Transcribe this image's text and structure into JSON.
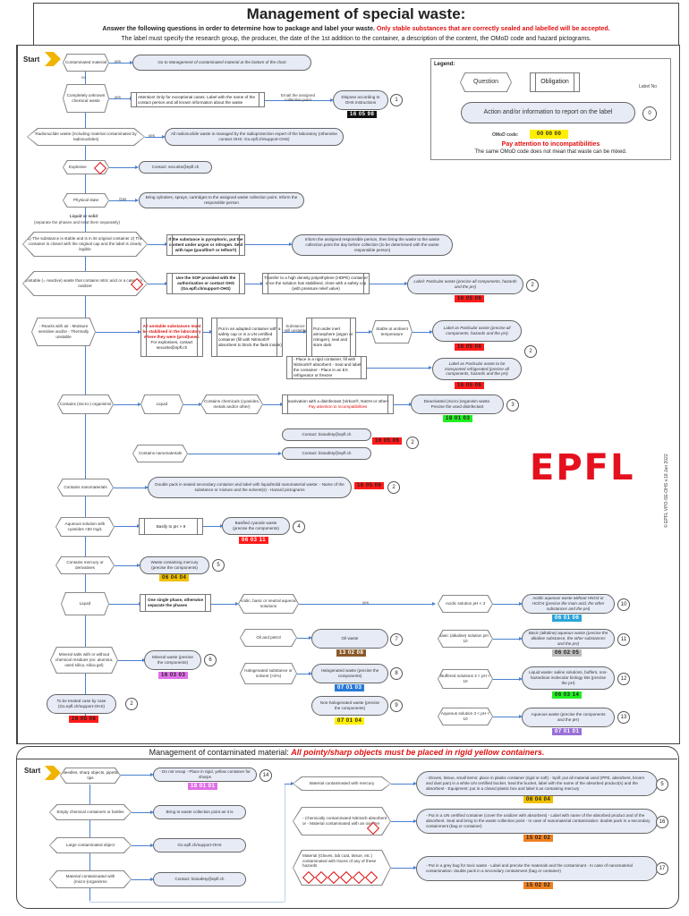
{
  "header": {
    "title": "Management of special waste:",
    "instruction": "Answer the following questions in order to determine how to package and label your waste.",
    "instruction_warning": "Only stable substances that are correctly sealed and labelled will be accepted.",
    "label_requirements": "The label must specify the research group, the producer, the date of the 1st addition to the container, a description of the content, the OMoD code and hazard pictograms."
  },
  "legend": {
    "title": "Legend:",
    "question": "Question",
    "obligation": "Obligation",
    "label_no": "Label No",
    "action": "Action and/or information to report on the label",
    "action_num": "0",
    "omod_label": "OMoD code:",
    "omod_example": "00 00 00",
    "incompat": "Pay attention to incompatibilities",
    "note": "The same OMoD code does not mean that waste can be mixed."
  },
  "start_label": "Start",
  "yes": "yes",
  "no": "no",
  "gas": "Gas",
  "special": {
    "q1": "Contaminated material",
    "a1": "Go to Management of contaminated material at the bottom of the chart",
    "q2": "Completely unknown chemical waste",
    "o2": "Attention! Only for exceptional cases. Label with the name of the contact person and all known information about the waste",
    "t2": "Email the assigned collection point",
    "a2": "Dispose according to OHS instructions",
    "n2": "1",
    "c2": "16 05 98",
    "q3": "Radionuclide waste (including material contaminated by radionuclides)",
    "a3": "All radionuclide waste is managed by the radioprotection expert of the laboratory (otherwise contact OHS: Go.epfl.ch/support-OHS)",
    "q4": "Explosive",
    "a4": "Contact: securite@epfl.ch",
    "q5": "Physical state",
    "a5": "Bring cylinders, sprays, cartridges to the assigned waste collection point. Inform the responsible person",
    "liquid_solid": "Liquid or solid",
    "separate": "(separate the phases and treat them separately)",
    "q6": "1) The substance is stable and is in its original container 2) The container is closed with the original cap and the label is clearly legible",
    "o6": "If the substance is pyrophoric, put the content under argon or nitrogen. Seal with tape (parafilm® or teflon®)",
    "a6": "Inform the assigned responsible person, then bring the waste to the waste collection point the day before collection (to be determined with the waste responsible person)",
    "q7": "Unstable (= reactive) waste that contains nitric acid or a category 1 oxidizer",
    "o7a": "Use the SOP provided with the authorisation or contact OHS (Go.epfl.ch/support-OHS)",
    "o7b": "Transfer to a high density polyethylene (HDPE) container once the solution has stabilised, close with a safety cap (with pressure relief valve)",
    "a7": "Label: Particular waste (precise all components, hazards and the pH)",
    "n7": "2",
    "c7": "16 05 06",
    "q8": "- Reacts with air - Moisture sensitive and/or - Thermally unstable",
    "o8a": "All unstable substances must be stabilised in the laboratory where they were (prod)used.",
    "o8a2": "For explosives, contact securite@epfl.ch",
    "o8b": "Put in an adapted container with a safety cap or in a UN certified container (fill with Nitrisorb® absorbent to block the flask inside)",
    "t8": "Substance still unstable",
    "o8c": "Put under inert atmosphere (argon or nitrogen), seal and store dark",
    "q8d": "Stable at ambient temperature",
    "a8": "Label as Particular waste (precise all components, hazards and the pH)",
    "c8": "16 05 06",
    "n8": "2",
    "o8e": "- Place in a rigid container, fill with Nitrisorb® absorbent - Seal and label the container - Place in an EX refrigerator or freezer",
    "a8e": "Label as Particular waste to be transported refrigerated (precise all components, hazards and the pH)",
    "c8e": "16 05 06",
    "q9": "Contains (micro-) organisms",
    "q9b": "Liquid",
    "q9c": "Contains chemicals (cyanides, metals and/or other)",
    "o9": "Inactivation with a disinfectant (Virkon®, NaOH or other)",
    "o9w": "Pay attention to incompatibilities",
    "a9": "Deactivated (micro-)organism waste. Precise the used disinfectant",
    "n9": "3",
    "c9": "18 01 03",
    "a9b": "Contact: biosafety@epfl.ch",
    "c9b": "16 05 06",
    "n9b": "2",
    "q9d": "Contains nanomaterials",
    "a9d": "Contact: biosafety@epfl.ch",
    "q10": "Contains nanomaterials",
    "a10": "Double pack in sealed secondary container and label with liquid/solid nanomaterial waste: - Name of the substance or mixture and the solvent(s) - Hazard pictograms",
    "c10": "16 05 06",
    "n10": "2",
    "q11": "Aqueous solution with cyanides <50 mg/L",
    "o11": "Basify to pH > 9",
    "a11": "Basified cyanide waste (precise the components)",
    "n11": "4",
    "c11": "06 03 11",
    "q12": "Contains mercury or derivatives",
    "a12": "Waste containing mercury (precise the components)",
    "n12": "5",
    "c12": "06 04 04",
    "q13": "Liquid",
    "o13": "One single phase, otherwise separate the phases",
    "q13b": "Acidic, basic or neutral aqueous solutions",
    "q14": "Oil and petrol",
    "a14": "Oil waste",
    "n14": "7",
    "c14": "13 02 08",
    "q15": "Halogenated substance or solvent (>2%)",
    "a15": "Halogenated waste (precise the components)",
    "n15": "8",
    "c15": "07 01 03",
    "a16": "Non-halogenated waste (precise the components)",
    "n16": "9",
    "c16": "07 01 04",
    "q17": "Mineral salts with or without chemical residues (ex: alumina, used silica, silica gel)",
    "a17": "Mineral waste (precise the components)",
    "n17": "6",
    "c17": "16 03 03",
    "a18": "To be treated case by case (Go.epfl.ch/support-OHS)",
    "n18": "2",
    "c18": "16 05 06",
    "q19": "Acidic solution pH < 3",
    "a19": "Acidic aqueous waste without HNO3 or HClO4 (precise the main acid, the other substances and the pH)",
    "n19": "10",
    "c19": "06 01 06",
    "q20": "Basic (alkaline) solution pH > 10",
    "a20": "Basic (alkaline) aqueous waste (precise the alkaline substance, the other substances and the pH)",
    "n20": "11",
    "c20": "06 02 05",
    "q21": "Buffered solutions 3 < pH < 10",
    "a21": "Liquid waste: saline solutions, buffers, non-hazardous molecular biology kits (precise the pH)",
    "n21": "12",
    "c21": "06 03 14",
    "q22": "Aqueous solution 3 < pH < 10",
    "a22": "Aqueous waste (precise the components and the pH)",
    "n22": "13",
    "c22": "07 01 01"
  },
  "contaminated": {
    "title": "Management of contaminated material:",
    "warning": "All pointy/sharp objects must be placed in rigid yellow containers.",
    "q1": "Needles, sharp objects, pipette tips",
    "a1": "- Do not recap - Place in rigid, yellow container for sharps",
    "n1": "14",
    "c1": "18 01 01",
    "q2": "Empty chemical containers or bottles",
    "a2": "Bring to waste collection point as it is",
    "q3": "Large contaminated object",
    "a3": "Go.epfl.ch/support-OHS",
    "q4": "Material contaminated with (micro-)organisms",
    "a4": "Contact: biosafety@epfl.ch",
    "q5": "Material contaminated with mercury",
    "a5": "- Gloves, tissue, small items: place in plastic container (rigid or soft) - Spill: put all material used (PPE, absorbent, broom and dust pan) in a white UN certified bucket. Seal the bucket, label with the name of the absorbed product(s) and the absorbent - Equipment: put in a closed plastic box and label it as containing mercury",
    "n5": "5",
    "c5": "06 04 04",
    "q6": "- Chemically contaminated Nitrisorb absorbent or - Material contaminated with an oxidizer",
    "a6": "- Put in a UN certified container (cover the oxidizer with absorbent) - Label with name of the absorbed product and of the absorbent. Seal and bring to the waste collection point - In case of nanomaterial contamination: double pack in a secondary containment (bag or container)",
    "n6": "16",
    "c6": "15 02 02",
    "q7": "Material (Gloves, lab coat, tissue, etc.) contaminated with traces of any of these hazards",
    "a7": "- Put in a grey bag for toxic waste - Label and precise the materials and the contaminant - In case of nanomaterial contamination: double pack in a secondary containment (bag or container)",
    "n7": "17",
    "c7": "15 02 02"
  },
  "branding": {
    "logo": "EPFL",
    "credit": "© EPFL VPO-SE-OHS v.18 Jan 2022"
  },
  "colors": {
    "red_code": "#ff1a1a",
    "black_code": "#111111",
    "green_code": "#22ee22",
    "brown_code": "#8a5a2a",
    "blue_code": "#2a7ad8",
    "yellow_code": "#ffee00",
    "orange_code": "#f0c000",
    "pink_code": "#e070e8",
    "cyan_code": "#2aa4d8",
    "grey_code": "#bbbbbb",
    "purple_code": "#9a70d8",
    "burnt_code": "#f08020",
    "accent": "#4a7fd0",
    "epfl_red": "#e5101e"
  }
}
